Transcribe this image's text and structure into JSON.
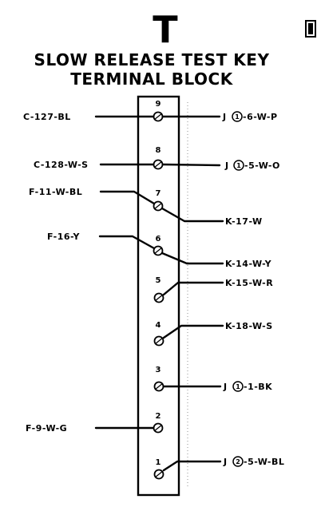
{
  "header": {
    "letter": "T",
    "title_line1": "SLOW RELEASE TEST KEY",
    "title_line2": "TERMINAL BLOCK"
  },
  "terminals": [
    {
      "num": "9",
      "left": "C-127-BL",
      "right_prefix": "J",
      "right_circle": "1",
      "right_suffix": "-6-W-P"
    },
    {
      "num": "8",
      "left": "C-128-W-S",
      "right_prefix": "J",
      "right_circle": "1",
      "right_suffix": "-5-W-O"
    },
    {
      "num": "7",
      "left": "F-11-W-BL",
      "right_prefix": "",
      "right_circle": "",
      "right_suffix": "K-17-W"
    },
    {
      "num": "6",
      "left": "F-16-Y",
      "right_prefix": "",
      "right_circle": "",
      "right_suffix": "K-14-W-Y"
    },
    {
      "num": "5",
      "left": "",
      "right_prefix": "",
      "right_circle": "",
      "right_suffix": "K-15-W-R"
    },
    {
      "num": "4",
      "left": "",
      "right_prefix": "",
      "right_circle": "",
      "right_suffix": "K-18-W-S"
    },
    {
      "num": "3",
      "left": "",
      "right_prefix": "J",
      "right_circle": "1",
      "right_suffix": "-1-BK"
    },
    {
      "num": "2",
      "left": "F-9-W-G",
      "right_prefix": "",
      "right_circle": "",
      "right_suffix": ""
    },
    {
      "num": "1",
      "left": "",
      "right_prefix": "J",
      "right_circle": "2",
      "right_suffix": "-5-W-BL"
    }
  ]
}
